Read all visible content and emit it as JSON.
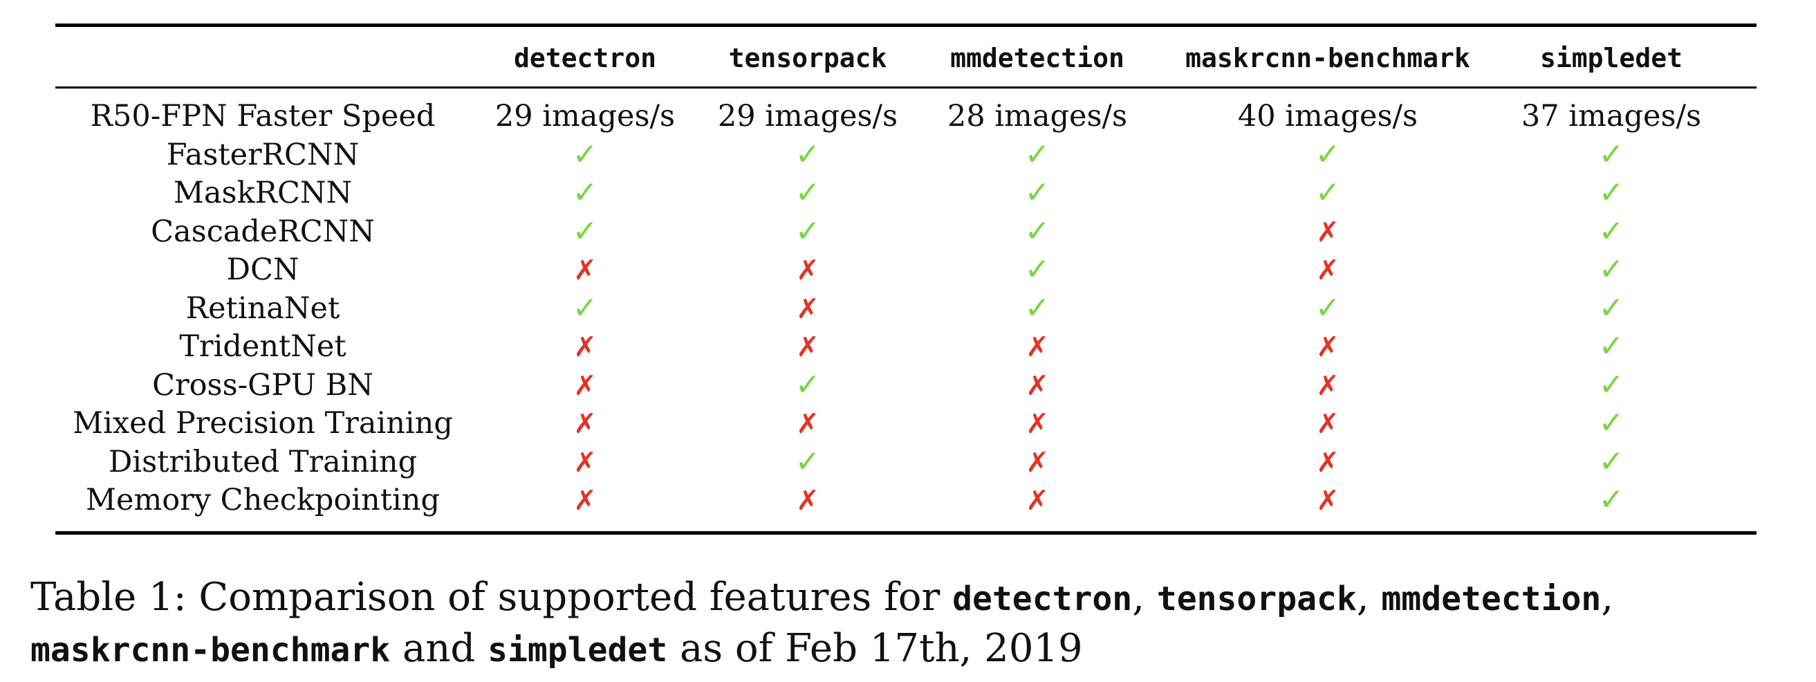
{
  "table": {
    "columns": [
      "detectron",
      "tensorpack",
      "mmdetection",
      "maskrcnn-benchmark",
      "simpledet"
    ],
    "yes_mark": "✓",
    "no_mark": "✗",
    "yes_color": "#7ad540",
    "no_color": "#e23325",
    "rows": [
      {
        "label": "R50-FPN Faster Speed",
        "cells": [
          "29 images/s",
          "29 images/s",
          "28 images/s",
          "40 images/s",
          "37 images/s"
        ]
      },
      {
        "label": "FasterRCNN",
        "cells": [
          "yes",
          "yes",
          "yes",
          "yes",
          "yes"
        ]
      },
      {
        "label": "MaskRCNN",
        "cells": [
          "yes",
          "yes",
          "yes",
          "yes",
          "yes"
        ]
      },
      {
        "label": "CascadeRCNN",
        "cells": [
          "yes",
          "yes",
          "yes",
          "no",
          "yes"
        ]
      },
      {
        "label": "DCN",
        "cells": [
          "no",
          "no",
          "yes",
          "no",
          "yes"
        ]
      },
      {
        "label": "RetinaNet",
        "cells": [
          "yes",
          "no",
          "yes",
          "yes",
          "yes"
        ]
      },
      {
        "label": "TridentNet",
        "cells": [
          "no",
          "no",
          "no",
          "no",
          "yes"
        ]
      },
      {
        "label": "Cross-GPU BN",
        "cells": [
          "no",
          "yes",
          "no",
          "no",
          "yes"
        ]
      },
      {
        "label": "Mixed Precision Training",
        "cells": [
          "no",
          "no",
          "no",
          "no",
          "yes"
        ]
      },
      {
        "label": "Distributed Training",
        "cells": [
          "no",
          "yes",
          "no",
          "no",
          "yes"
        ]
      },
      {
        "label": "Memory Checkpointing",
        "cells": [
          "no",
          "no",
          "no",
          "no",
          "yes"
        ]
      }
    ]
  },
  "caption": {
    "prefix": "Table 1:  Comparison of supported features for ",
    "t1": "detectron",
    "s1": ", ",
    "t2": "tensorpack",
    "s2": ", ",
    "t3": "mmdetection",
    "s3": ",",
    "t4": "maskrcnn-benchmark",
    "s4": " and ",
    "t5": "simpledet",
    "suffix": " as of Feb 17th, 2019"
  }
}
